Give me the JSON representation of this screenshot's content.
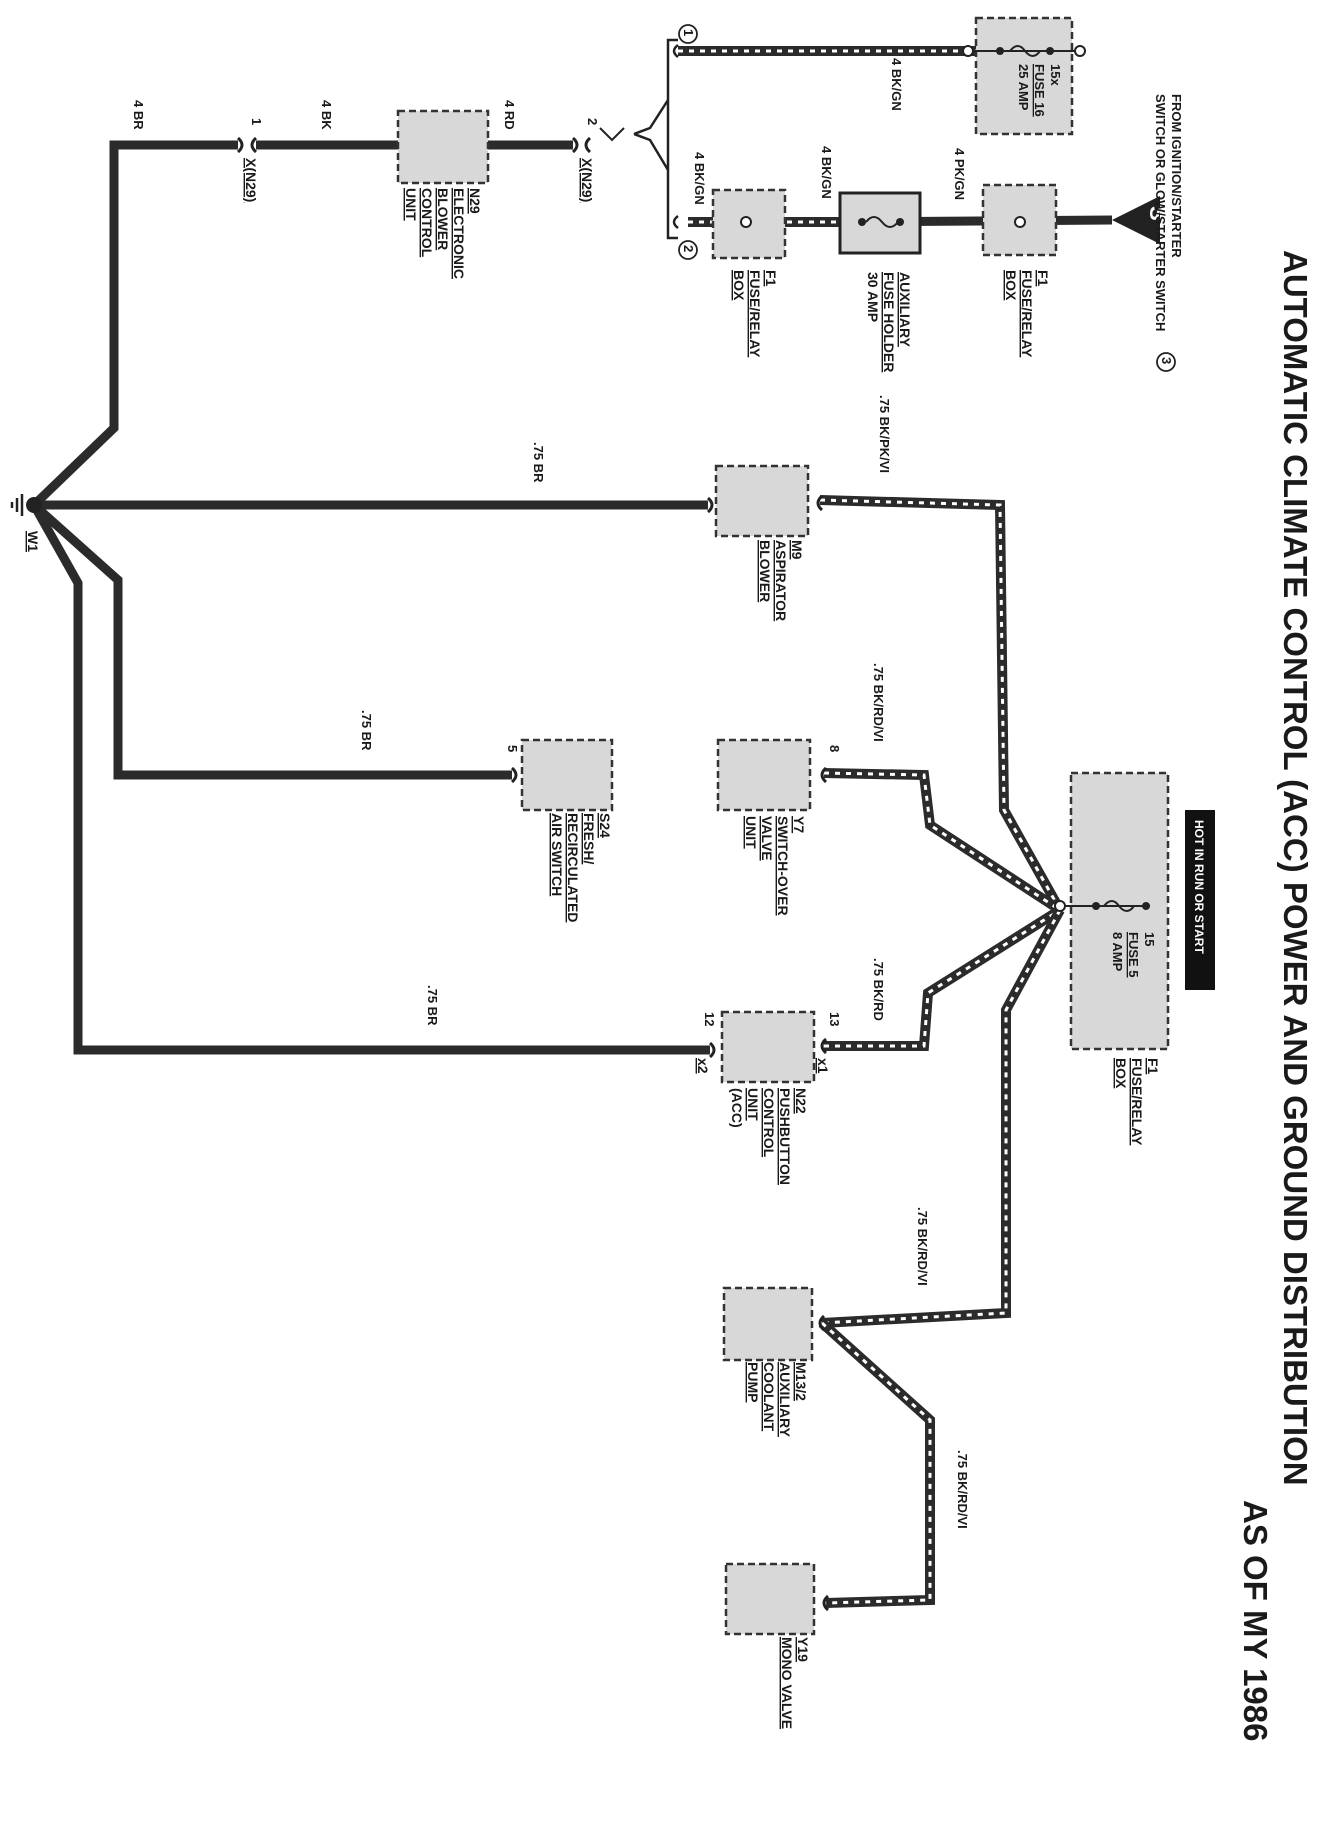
{
  "title": {
    "line1": "AUTOMATIC CLIMATE CONTROL (ACC) POWER AND GROUND DISTRIBUTION",
    "line2": "AS OF MY 1986"
  },
  "source_note": {
    "line1": "FROM IGNITION/STARTER",
    "line2": "SWITCH OR GLOW/STARTER SWITCH",
    "ref": "3"
  },
  "connector_ref_1": "1",
  "connector_ref_2": "2",
  "s_symbol": "S",
  "hot_label": "HOT IN RUN OR START",
  "components": {
    "fuse16": {
      "terminal": "15x",
      "fuse": "FUSE 16",
      "amp": "25 AMP"
    },
    "f1_top": {
      "id": "F1",
      "lines": [
        "FUSE/RELAY",
        "BOX"
      ]
    },
    "aux_fuse": {
      "id": "AUXILIARY",
      "lines": [
        "FUSE HOLDER",
        "30 AMP"
      ]
    },
    "f1_mid": {
      "id": "F1",
      "lines": [
        "FUSE/RELAY",
        "BOX"
      ]
    },
    "n29": {
      "id": "N29",
      "lines": [
        "ELECTRONIC",
        "BLOWER",
        "CONTROL",
        "UNIT"
      ]
    },
    "m9": {
      "id": "M9",
      "lines": [
        "ASPIRATOR",
        "BLOWER"
      ]
    },
    "y7": {
      "id": "Y7",
      "lines": [
        "SWITCH-OVER",
        "VALVE",
        "UNIT"
      ]
    },
    "s24": {
      "id": "S24",
      "lines": [
        "FRESH/",
        "RECIRCULATED",
        "AIR SWITCH"
      ]
    },
    "n22": {
      "id": "N22",
      "lines": [
        "PUSHBUTTON",
        "CONTROL",
        "UNIT",
        "(ACC)"
      ]
    },
    "f1_right": {
      "id": "F1",
      "lines": [
        "FUSE/RELAY",
        "BOX"
      ],
      "terminal": "15",
      "fuse": "FUSE 5",
      "amp": "8 AMP"
    },
    "m13_2": {
      "id": "M13/2",
      "lines": [
        "AUXILIARY",
        "COOLANT",
        "PUMP"
      ]
    },
    "y19": {
      "id": "Y19",
      "lines": [
        "MONO VALVE"
      ]
    },
    "w1": {
      "id": "W1"
    }
  },
  "connectors": {
    "xn29_1": {
      "pin": "1",
      "label": "X(N29)"
    },
    "xn29_2": {
      "pin": "2",
      "label": "X(N29)"
    }
  },
  "pins": {
    "s24": "5",
    "y7": "8",
    "n22_a": "12",
    "n22_b": "13",
    "n22_x1": "x1",
    "n22_x2": "x2"
  },
  "wires": {
    "w_4br": "4 BR",
    "w_4bk": "4 BK",
    "w_4rd": "4 RD",
    "w_4bkgn_top": "4 BK/GN",
    "w_4bkgn_mid1": "4 BK/GN",
    "w_4bkgn_mid2": "4 BK/GN",
    "w_4pkgn": "4 PK/GN",
    "w_75bkpkvi": ".75 BK/PK/VI",
    "w_75br_m9": ".75 BR",
    "w_75br_s24": ".75 BR",
    "w_75br_n22": ".75 BR",
    "w_75bkrdvi_y7": ".75 BK/RD/VI",
    "w_75bkrd": ".75 BK/RD",
    "w_75bkrdvi_m13": ".75 BK/RD/VI",
    "w_75bkrdvi_y19": ".75 BK/RD/VI"
  }
}
